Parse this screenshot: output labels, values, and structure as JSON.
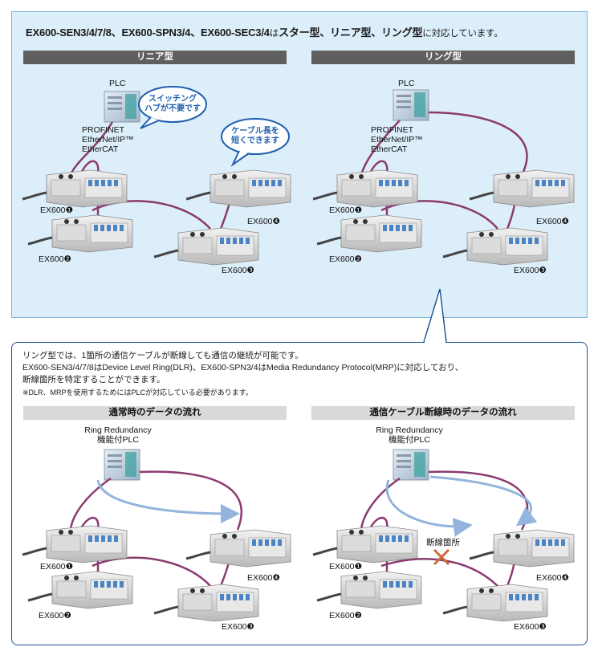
{
  "title": {
    "models": "EX600-SEN3/4/7/8、EX600-SPN3/4、EX600-SEC3/4",
    "particle": "は",
    "types": "スター型、リニア型、リング型",
    "suffix": "に対応しています。"
  },
  "top": {
    "linear_header": "リニア型",
    "ring_header": "リング型",
    "plc": "PLC",
    "protocols": [
      "PROFINET",
      "EtherNet/IP™",
      "EtherCAT"
    ],
    "callout_switch": [
      "スイッチング",
      "ハブが不要です"
    ],
    "callout_cable": [
      "ケーブル長を",
      "短くできます"
    ],
    "units": [
      "EX600❶",
      "EX600❷",
      "EX600❸",
      "EX600❹"
    ]
  },
  "bottom": {
    "line1": "リング型では、1箇所の通信ケーブルが断線しても通信の継続が可能です。",
    "line2": "EX600-SEN3/4/7/8はDevice Level Ring(DLR)、EX600-SPN3/4はMedia Redundancy Protocol(MRP)に対応しており、",
    "line3": "断線箇所を特定することができます。",
    "note": "※DLR、MRPを使用するためにはPLCが対応している必要があります。",
    "normal_header": "通常時のデータの流れ",
    "break_header": "通信ケーブル断線時のデータの流れ",
    "plc_line1": "Ring Redundancy",
    "plc_line2": "機能付PLC",
    "break_label": "断線箇所",
    "units": [
      "EX600❶",
      "EX600❷",
      "EX600❸",
      "EX600❹"
    ]
  },
  "colors": {
    "cable": "#8a3b6e",
    "flow_arrow": "#93b4dc",
    "break_mark": "#d06a3a",
    "panel_bg": "#dceefa",
    "callout": "#1f5fae"
  }
}
